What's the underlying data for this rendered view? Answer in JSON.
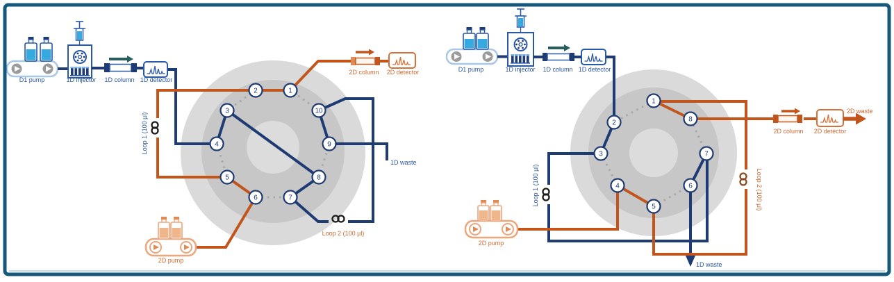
{
  "colors": {
    "navy_line": "#1f3b73",
    "orange_line": "#c2551c",
    "navy_label": "#2857a4",
    "orange_label": "#cf6a33",
    "teal_arrow": "#275f5f",
    "dotted_gray": "#a8a8a8",
    "valve_outer_gray": "#dadada",
    "valve_mid_gray": "#c7c7c7",
    "valve_hub_gray": "#dcdcdc",
    "border": "#15587a",
    "bottle_liquid_blue": "#36a9e1",
    "coil_black": "#1c1c1c",
    "coil_brown": "#8c4a21"
  },
  "panel_left": {
    "pump_1d": "D1 pump",
    "injector_1d": "1D injector",
    "column_1d": "1D column",
    "detector_1d": "1D detector",
    "column_2d": "2D column",
    "detector_2d": "2D detector",
    "pump_2d": "2D pump",
    "waste_1d": "1D waste",
    "loop_1": "Loop 1 (100 µl)",
    "loop_2": "Loop 2 (100 µl)",
    "ports": [
      "1",
      "2",
      "3",
      "4",
      "5",
      "6",
      "7",
      "8",
      "9",
      "10"
    ]
  },
  "panel_right": {
    "pump_1d": "D1 pump",
    "injector_1d": "1D injector",
    "column_1d": "1D column",
    "detector_1d": "1D detector",
    "column_2d": "2D column",
    "detector_2d": "2D detector",
    "pump_2d": "2D pump",
    "waste_1d": "1D waste",
    "waste_2d": "2D waste",
    "loop_1": "Loop 1 (100 µl)",
    "loop_2": "Loop 2 (100 µl)",
    "ports": [
      "1",
      "2",
      "3",
      "4",
      "5",
      "6",
      "7",
      "8"
    ]
  }
}
